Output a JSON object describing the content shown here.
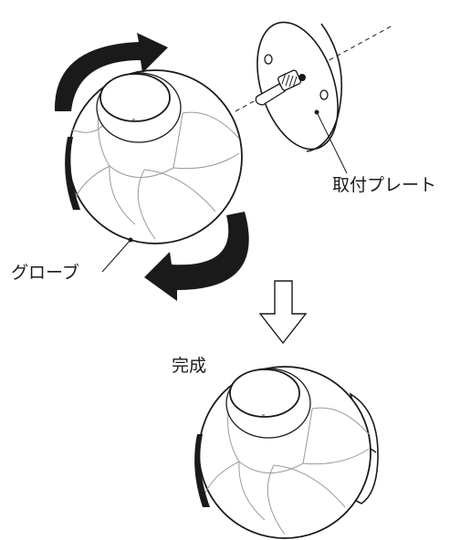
{
  "labels": {
    "mounting_plate": "取付プレート",
    "globe": "グローブ",
    "completed": "完成"
  },
  "colors": {
    "ink": "#1a1a1a",
    "thin_line": "#9a9a9a",
    "background": "#ffffff"
  },
  "icons": [
    "rotate-arrow-icon",
    "down-arrow-icon"
  ]
}
